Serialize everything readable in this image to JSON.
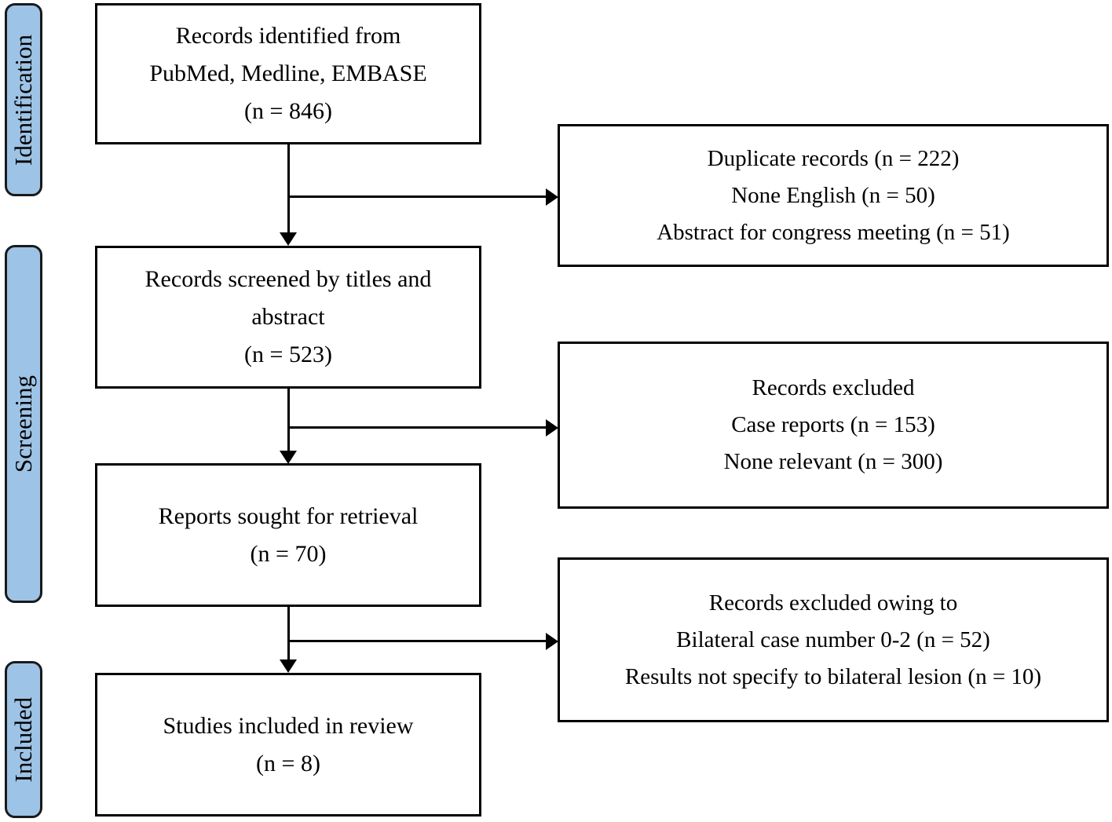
{
  "figure": {
    "type": "prisma-flow-diagram",
    "colors": {
      "stage_chip_fill": "#9DC3E6",
      "stage_chip_border": "#1a1a1a",
      "box_border": "#000000",
      "line": "#000000",
      "text": "#000000",
      "background": "#ffffff"
    },
    "stages": [
      {
        "label": "Identification"
      },
      {
        "label": "Screening"
      },
      {
        "label": "Included"
      }
    ],
    "main_boxes": [
      {
        "lines": [
          "Records identified from",
          "PubMed, Medline, EMBASE",
          "(n = 846)"
        ]
      },
      {
        "lines": [
          "Records screened by titles and",
          "abstract",
          "(n = 523)"
        ]
      },
      {
        "lines": [
          "Reports sought for retrieval",
          "(n = 70)"
        ]
      },
      {
        "lines": [
          "Studies included in review",
          "(n = 8)"
        ]
      }
    ],
    "exclusion_boxes": [
      {
        "lines": [
          "Duplicate records (n = 222)",
          "None English (n = 50)",
          "Abstract for congress meeting (n = 51)"
        ]
      },
      {
        "lines": [
          "Records excluded",
          "Case reports (n = 153)",
          "None relevant (n = 300)"
        ]
      },
      {
        "lines": [
          "Records excluded owing to",
          "Bilateral case number 0-2 (n = 52)",
          "Results not specify to bilateral lesion (n = 10)"
        ]
      }
    ]
  }
}
